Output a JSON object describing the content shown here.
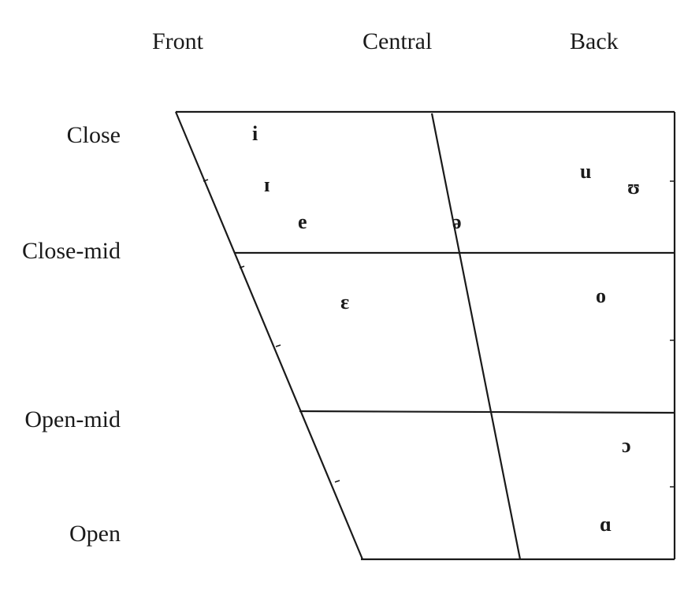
{
  "columns": {
    "front": "Front",
    "central": "Central",
    "back": "Back"
  },
  "rows": {
    "close": "Close",
    "close_mid": "Close-mid",
    "open_mid": "Open-mid",
    "open": "Open"
  },
  "vowels": [
    {
      "symbol": "i",
      "name": "vowel-i"
    },
    {
      "symbol": "ɪ",
      "name": "vowel-small-capital-i"
    },
    {
      "symbol": "e",
      "name": "vowel-e"
    },
    {
      "symbol": "ə",
      "name": "vowel-schwa"
    },
    {
      "symbol": "u",
      "name": "vowel-u"
    },
    {
      "symbol": "ʊ",
      "name": "vowel-upsilon"
    },
    {
      "symbol": "ɛ",
      "name": "vowel-open-e"
    },
    {
      "symbol": "o",
      "name": "vowel-o"
    },
    {
      "symbol": "ɔ",
      "name": "vowel-open-o"
    },
    {
      "symbol": "ɑ",
      "name": "vowel-script-a"
    }
  ]
}
